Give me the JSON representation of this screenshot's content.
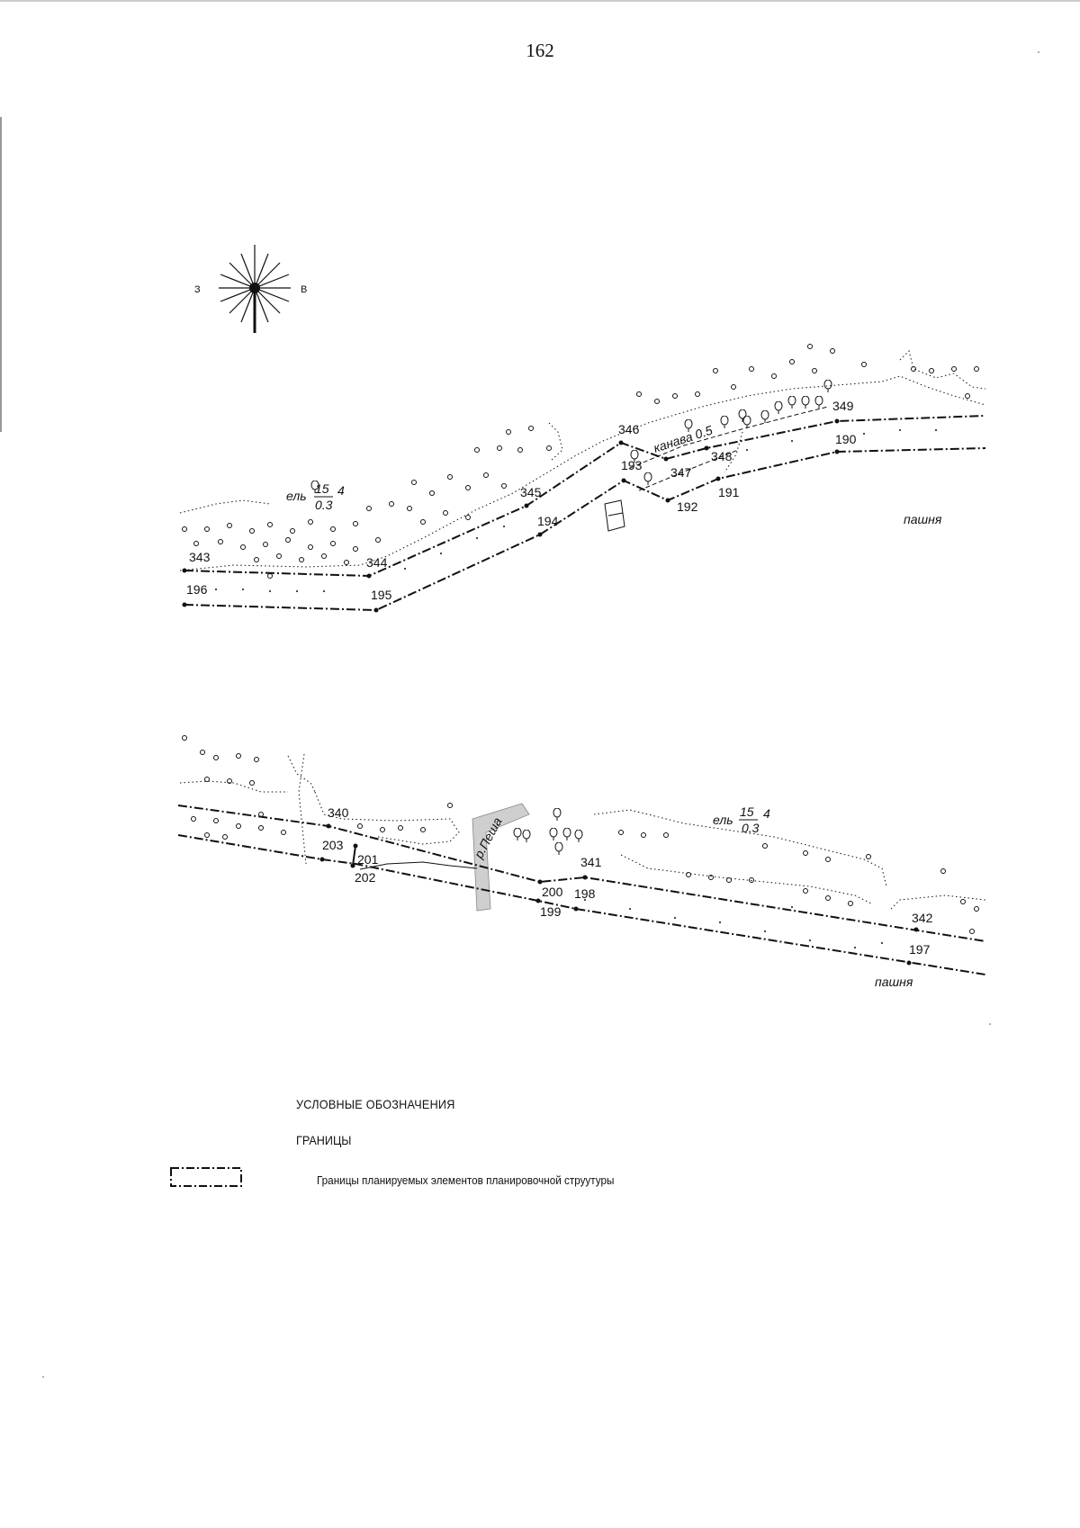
{
  "page_number": "162",
  "compass": {
    "icon": "compass-rose-icon",
    "west_letter": "З",
    "east_letter": "В"
  },
  "maps": {
    "upper": {
      "tree_label": {
        "species": "ель",
        "height": "15",
        "diameter": "0.3",
        "spacing": "4"
      },
      "ditch_label": "канава 0.5",
      "field_label": "пашня",
      "points": {
        "p343": "343",
        "p196": "196",
        "p344": "344",
        "p195": "195",
        "p345": "345",
        "p194": "194",
        "p346": "346",
        "p193": "193",
        "p347": "347",
        "p348": "348",
        "p192": "192",
        "p191": "191",
        "p349": "349",
        "p190": "190"
      }
    },
    "lower": {
      "tree_label": {
        "species": "ель",
        "height": "15",
        "diameter": "0.3",
        "spacing": "4"
      },
      "river_label": "р.Пеша",
      "field_label": "пашня",
      "points": {
        "p340": "340",
        "p203": "203",
        "p201": "201",
        "p202": "202",
        "p200": "200",
        "p198": "198",
        "p199": "199",
        "p341": "341",
        "p342": "342",
        "p197": "197"
      }
    }
  },
  "legend": {
    "title": "УСЛОВНЫЕ ОБОЗНАЧЕНИЯ",
    "subtitle": "ГРАНИЦЫ",
    "items": [
      {
        "label": "Границы планируемых элементов планировочной струутуры",
        "symbol": "dash-dot-boundary-icon"
      }
    ]
  },
  "colors": {
    "ink": "#111111",
    "paper": "#ffffff"
  }
}
